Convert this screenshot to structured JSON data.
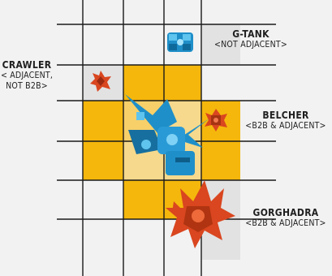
{
  "colors": {
    "background": "#f2f2f2",
    "grid_line": "#1a1a1a",
    "adjacent_zone": "#f5b70c",
    "adjacent_zone_edge": "#e5a600",
    "blue_model": "#1f8fc9",
    "red_model": "#d9461f"
  },
  "board": {
    "highlighted_cells": [
      [
        2,
        2
      ],
      [
        3,
        2
      ],
      [
        1,
        3
      ],
      [
        2,
        3
      ],
      [
        4,
        3
      ],
      [
        1,
        4
      ],
      [
        4,
        4
      ],
      [
        2,
        5
      ],
      [
        3,
        5
      ]
    ],
    "b2b_cells": [
      [
        2,
        3
      ],
      [
        3,
        3
      ],
      [
        2,
        4
      ],
      [
        3,
        4
      ]
    ],
    "pale_cells": [
      [
        1,
        2
      ],
      [
        4,
        1
      ],
      [
        4,
        5
      ],
      [
        4,
        6
      ]
    ]
  },
  "models": [
    {
      "name": "G-Tank",
      "icon": "blue-tank-icon"
    },
    {
      "name": "Crawler",
      "icon": "red-crawler-icon"
    },
    {
      "name": "Belcher",
      "icon": "red-belcher-icon"
    },
    {
      "name": "Gorghadra",
      "icon": "red-gorghadra-icon"
    },
    {
      "name": "Player Robot",
      "icon": "blue-robot-icon"
    }
  ],
  "labels": {
    "gtank": {
      "name": "G-TANK",
      "note": "<NOT ADJACENT>"
    },
    "crawler": {
      "name": "CRAWLER",
      "note_line1": "< ADJACENT,",
      "note_line2": "NOT B2B>"
    },
    "belcher": {
      "name": "BELCHER",
      "note": "<B2B & ADJACENT>"
    },
    "gorghadra": {
      "name": "GORGHADRA",
      "note": "<B2B & ADJACENT>"
    }
  }
}
